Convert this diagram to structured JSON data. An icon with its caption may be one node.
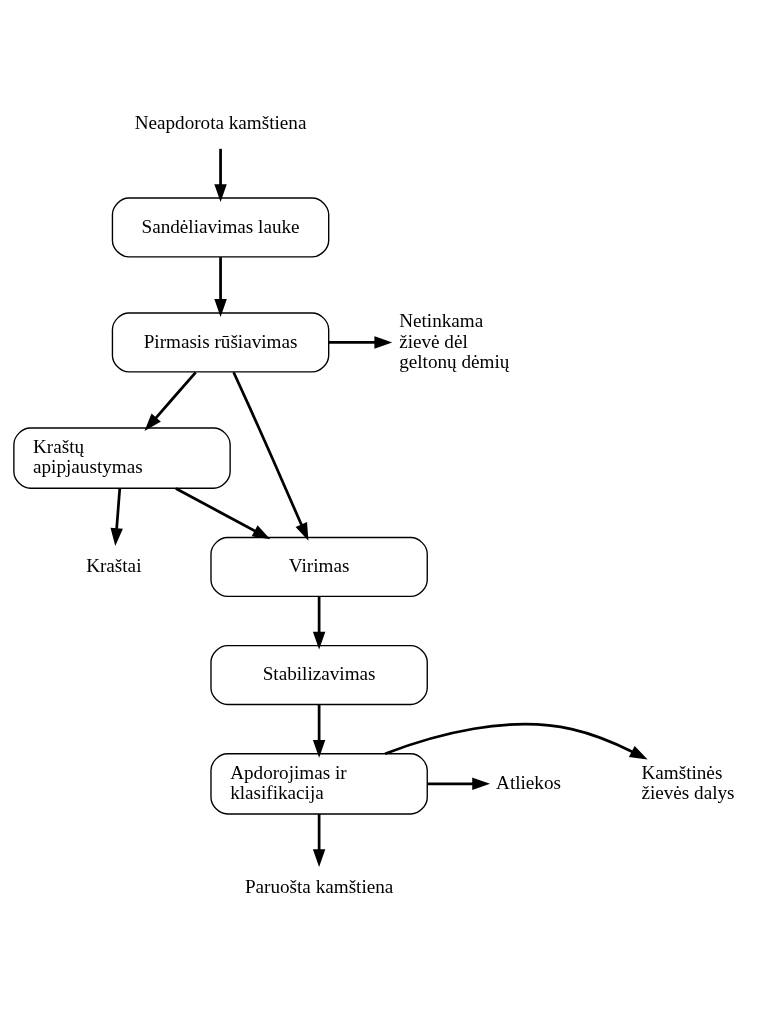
{
  "diagram": {
    "nodes": [
      {
        "text": [
          "Neapdorota kamštiena"
        ]
      },
      {
        "text": [
          "Sandėliavimas lauke"
        ]
      },
      {
        "text": [
          "Pirmasis rūšiavimas"
        ]
      },
      {
        "text": [
          "Netinkama žievė dėl geltonų dėmių"
        ]
      },
      {
        "text": [
          "Kraštų apipjaustymas"
        ]
      },
      {
        "text": [
          "Kraštai"
        ]
      },
      {
        "text": [
          "Virimas"
        ]
      },
      {
        "text": [
          "Stabilizavimas"
        ]
      },
      {
        "text": [
          "Apdorojimas ir klasifikacija"
        ]
      },
      {
        "text": [
          "Kamštinės žievės dalys"
        ]
      },
      {
        "text": [
          "Atliekos"
        ]
      },
      {
        "text": [
          "Paruošta kamštiena"
        ]
      }
    ],
    "edges": [
      {
        "from": 0,
        "to": 1,
        "arrow": "to"
      },
      {
        "from": 1,
        "to": 2,
        "arrow": "to"
      },
      {
        "from": 2,
        "to": 3,
        "arrow": "to"
      },
      {
        "from": 2,
        "to": 4,
        "arrow": "to"
      },
      {
        "from": 2,
        "to": 6,
        "arrow": "to"
      },
      {
        "from": 4,
        "to": 6,
        "arrow": "to"
      },
      {
        "from": 4,
        "to": 5,
        "arrow": "to"
      },
      {
        "from": 6,
        "to": 7,
        "arrow": "to"
      },
      {
        "from": 7,
        "to": 8,
        "arrow": "to"
      },
      {
        "from": 8,
        "to": 9,
        "arrow": "to"
      },
      {
        "from": 8,
        "to": 10,
        "arrow": "to"
      },
      {
        "from": 8,
        "to": 11,
        "arrow": "to"
      }
    ]
  }
}
